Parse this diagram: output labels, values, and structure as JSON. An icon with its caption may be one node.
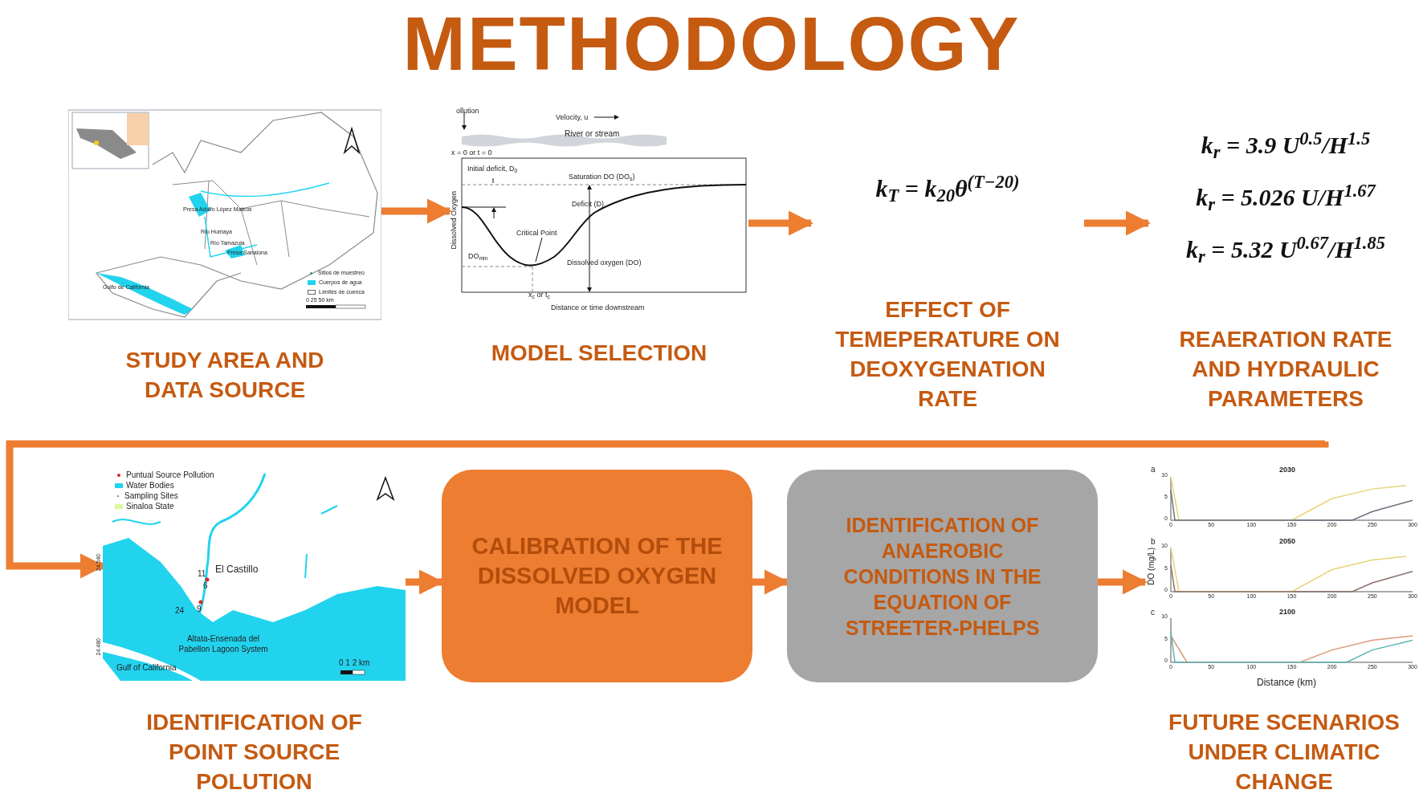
{
  "diagram": {
    "title": "METHODOLOGY",
    "nodes": [
      {
        "text": [
          "STUDY AREA AND DATA SOURCE"
        ]
      },
      {
        "text": [
          "MODEL SELECTION"
        ]
      },
      {
        "text": [
          "k$_{T}$ = k$_{20}$θ$^{(T−20)}$",
          "EFFECT OF TEMEPERATURE ON DEOXYGENATION RATE"
        ]
      },
      {
        "text": [
          "k$_{r}$ = 3.9  U$^{0.5}$/H$^{1.5}$",
          "k$_{r}$ = 5.026 U/H$^{1.67}$",
          "k$_{r}$ = 5.32 U$^{0.67}$/H$^{1.85}$",
          "REAERATION RATE AND HYDRAULIC PARAMETERS"
        ]
      },
      {
        "text": [
          "IDENTIFICATION OF POINT SOURCE POLUTION"
        ]
      },
      {
        "text": [
          "CALIBRATION OF THE DISSOLVED OXYGEN MODEL"
        ]
      },
      {
        "text": [
          "IDENTIFICATION OF ANAEROBIC CONDITIONS IN THE EQUATION OF STREETER-PHELPS"
        ]
      },
      {
        "text": [
          "FUTURE SCENARIOS UNDER CLIMATIC CHANGE"
        ]
      }
    ],
    "edges": [
      {
        "from": 0,
        "to": 1,
        "arrow": "to"
      },
      {
        "from": 1,
        "to": 2,
        "arrow": "to"
      },
      {
        "from": 2,
        "to": 3,
        "arrow": "to"
      },
      {
        "from": 3,
        "to": 4,
        "arrow": "to"
      },
      {
        "from": 4,
        "to": 5,
        "arrow": "to"
      },
      {
        "from": 5,
        "to": 6,
        "arrow": "to"
      },
      {
        "from": 6,
        "to": 7,
        "arrow": "to"
      }
    ],
    "labels": [
      "Presa Adolfo López Mateos",
      "Río Humaya",
      "Río Tamazula",
      "Presa Sanalona",
      "Golfo de California",
      "0 25 50 km",
      "ollution",
      "Velocity, u",
      "River or stream",
      "x = 0 or t = 0",
      "Initial deficit, D$_{0}$",
      "Saturation DO (DO$_{s}$)",
      "Deficit (D)",
      "Critical Point",
      "DO$_{min}$",
      "Dissolved oxygen (DO)",
      "x$_{c}$ or t$_{c}$",
      "Distance or time downstream",
      "Dissolved Oxygen",
      "El Castillo",
      "11",
      "6",
      "24",
      "9",
      "Altata-Ensenada del Pabellon Lagoon System",
      "Gulf of California",
      "0 1 2 km",
      "24.540",
      "24.480",
      "a",
      "2030",
      "b",
      "2050",
      "c",
      "2100",
      "DO (mg/L)",
      "Distance (km)",
      "10",
      "5",
      "0",
      "0",
      "50",
      "100",
      "150",
      "200",
      "250",
      "300",
      "10",
      "5",
      "0",
      "0",
      "50",
      "100",
      "150",
      "200",
      "250",
      "300",
      "10",
      "5",
      "0",
      "0",
      "50",
      "100",
      "150",
      "200",
      "250",
      "300"
    ],
    "legend": [
      {
        "text": "Sitios de muestreo"
      },
      {
        "text": "Cuerpos de agua",
        "color": "#22d3ee"
      },
      {
        "text": "Límites de cuenca"
      },
      {
        "text": "Puntual Source Pollution"
      },
      {
        "text": "Water Bodies",
        "color": "#22d3ee"
      },
      {
        "text": "Sampling Sites"
      },
      {
        "text": "Sinaloa State",
        "color": "#d9f99d"
      }
    ]
  }
}
